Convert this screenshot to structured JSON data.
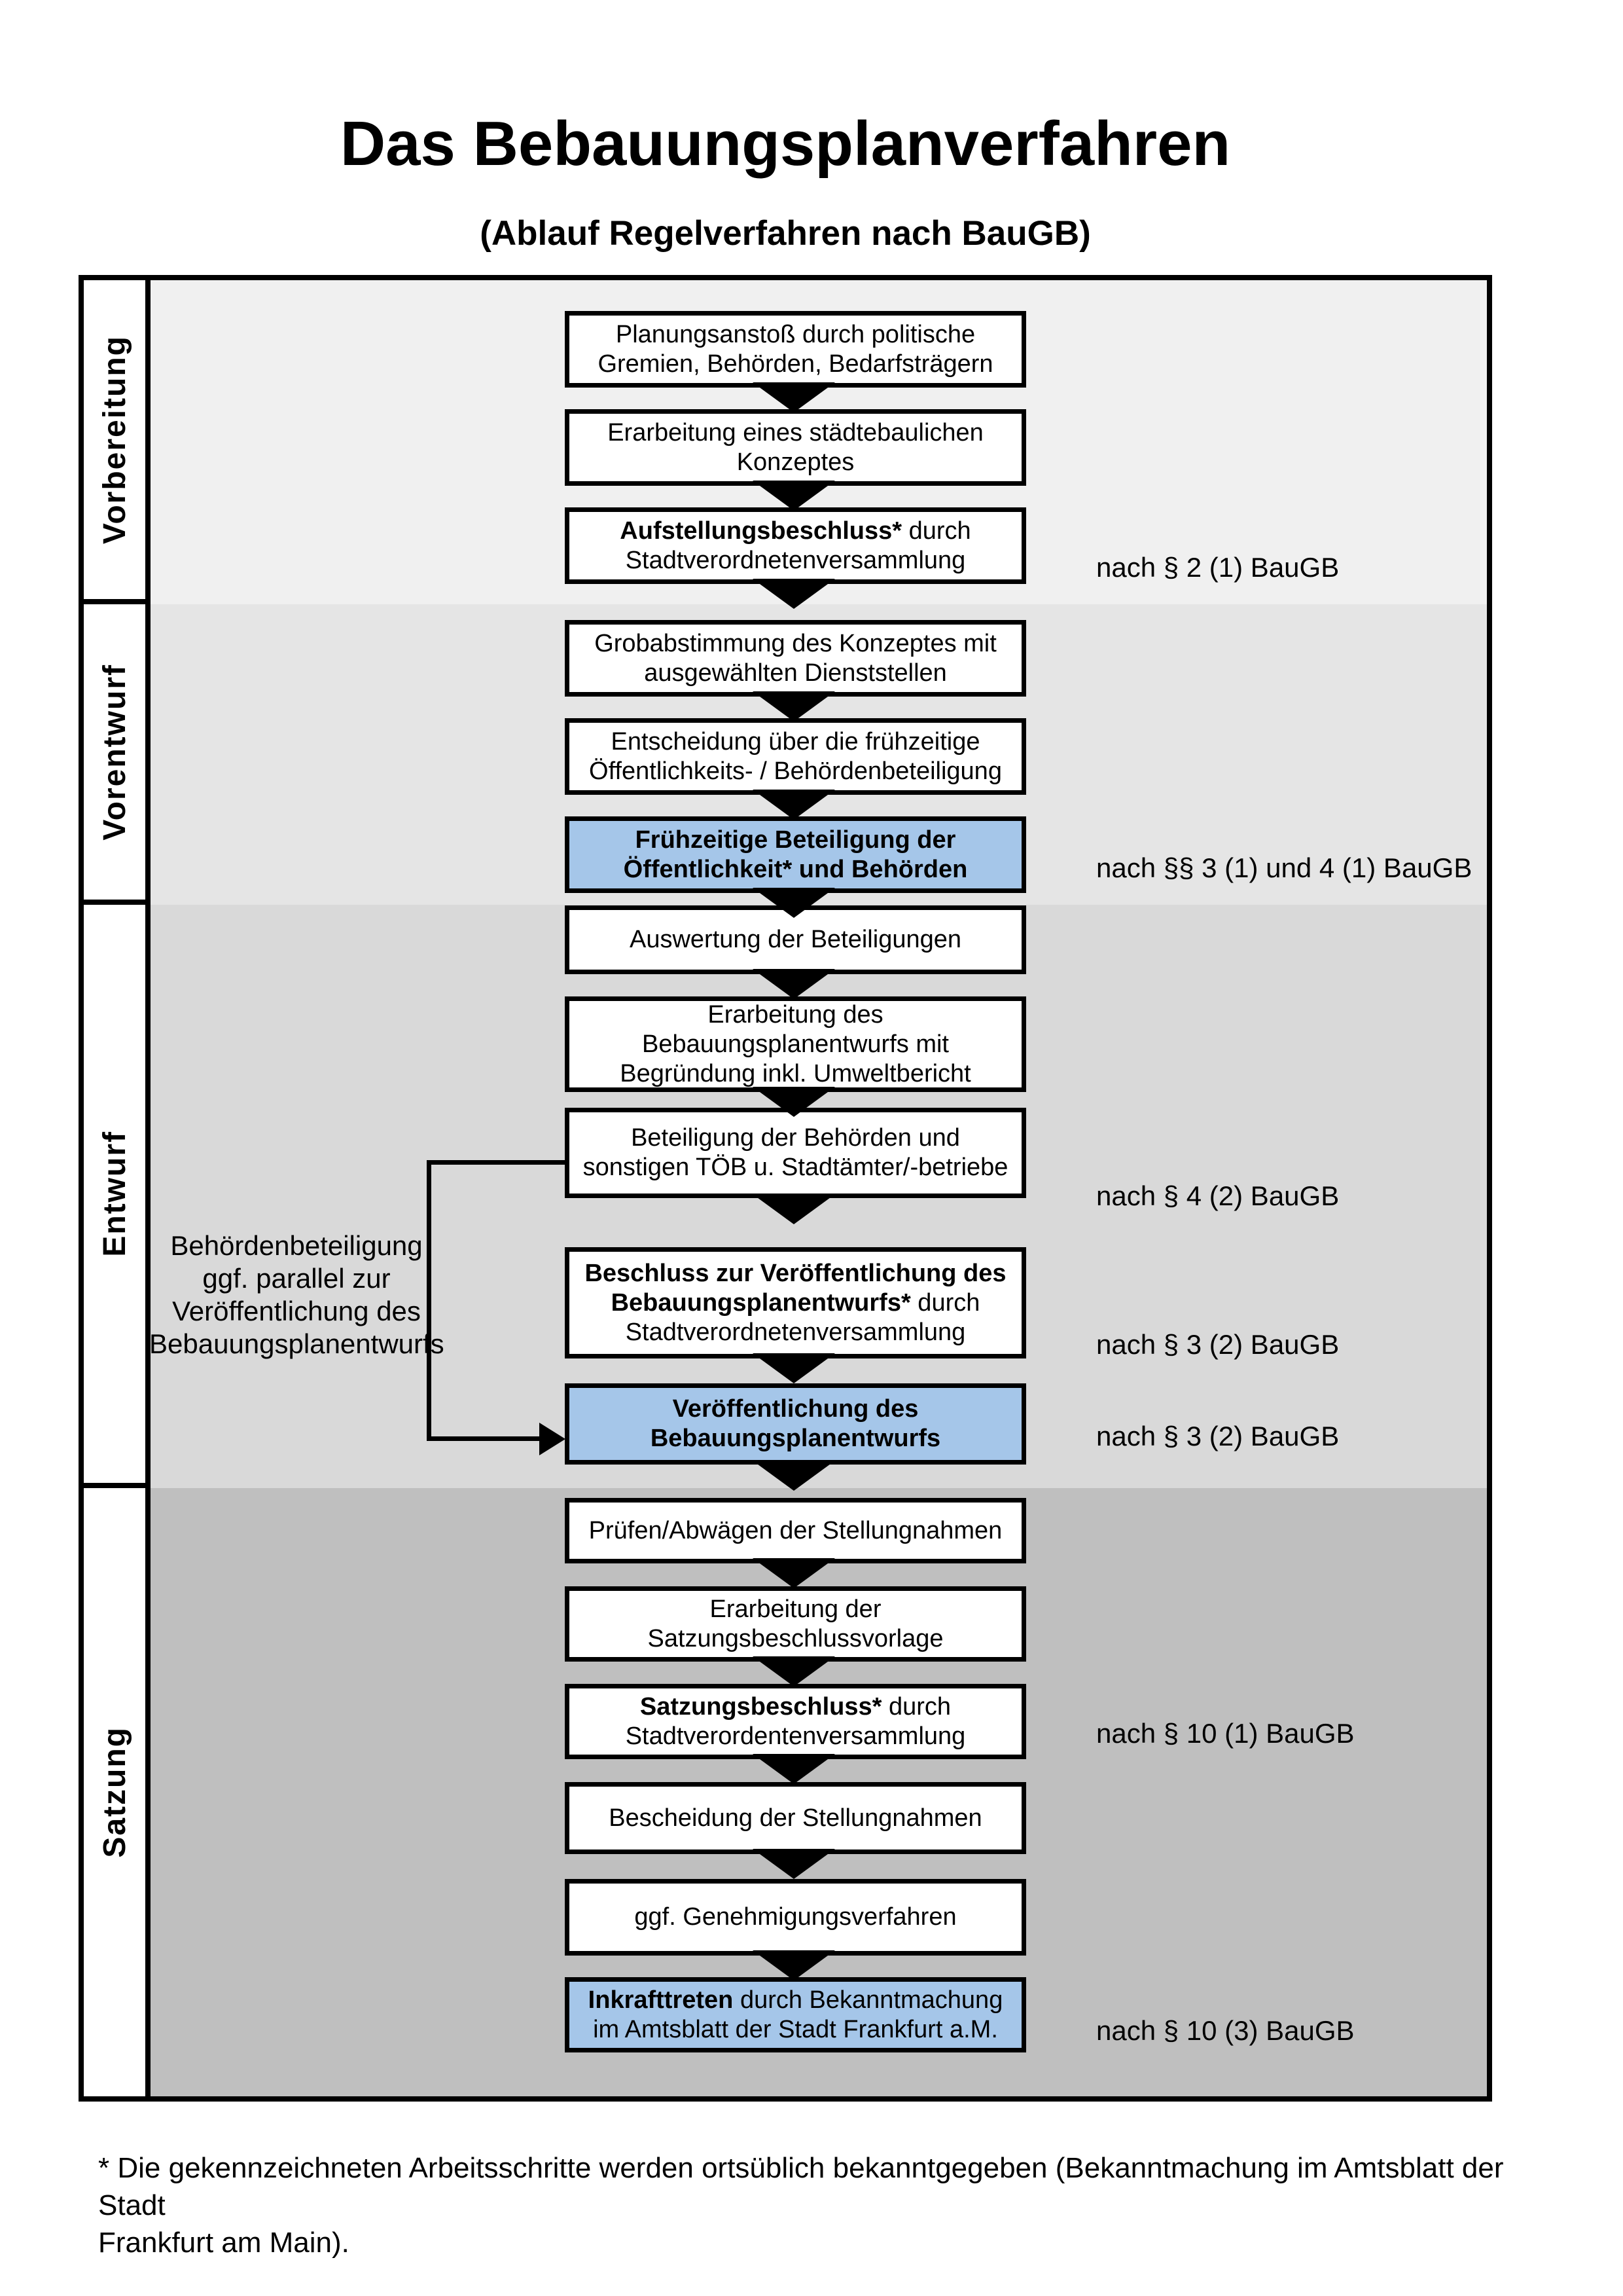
{
  "title": "Das Bebauungsplanverfahren",
  "subtitle": "(Ablauf Regelverfahren nach BauGB)",
  "colors": {
    "line": "#000000",
    "highlight_blue": "#a5c6e9",
    "phase_bands": [
      "#f0f0f0",
      "#e5e5e5",
      "#d9d9d9",
      "#bfbfbf"
    ]
  },
  "phases": [
    {
      "label": "Vorbereitung"
    },
    {
      "label": "Vorentwurf"
    },
    {
      "label": "Entwurf"
    },
    {
      "label": "Satzung"
    }
  ],
  "steps": [
    {
      "bold": "",
      "rest": "Planungsanstoß durch politische\nGremien, Behörden, Bedarfsträgern",
      "highlighted": false
    },
    {
      "bold": "",
      "rest": "Erarbeitung eines städtebaulichen\nKonzeptes",
      "highlighted": false
    },
    {
      "bold": "Aufstellungsbeschluss*",
      "rest": " durch\nStadtverordnetenversammlung",
      "highlighted": false
    },
    {
      "bold": "",
      "rest": "Grobabstimmung des Konzeptes mit\nausgewählten Dienststellen",
      "highlighted": false
    },
    {
      "bold": "",
      "rest": "Entscheidung über die frühzeitige\nÖffentlichkeits- / Behördenbeteiligung",
      "highlighted": false
    },
    {
      "bold": "Frühzeitige Beteiligung der\nÖffentlichkeit* und Behörden",
      "rest": "",
      "highlighted": true
    },
    {
      "bold": "",
      "rest": "Auswertung der Beteiligungen",
      "highlighted": false
    },
    {
      "bold": "",
      "rest": "Erarbeitung des\nBebauungsplanentwurfs mit\nBegründung inkl. Umweltbericht",
      "highlighted": false
    },
    {
      "bold": "",
      "rest": "Beteiligung der Behörden und\nsonstigen TÖB u. Stadtämter/-betriebe",
      "highlighted": false
    },
    {
      "bold": "Beschluss zur Veröffentlichung des\nBebauungsplanentwurfs*",
      "rest": " durch\nStadtverordnetenversammlung",
      "highlighted": false
    },
    {
      "bold": "Veröffentlichung des\nBebauungsplanentwurfs",
      "rest": "",
      "highlighted": true
    },
    {
      "bold": "",
      "rest": "Prüfen/Abwägen der Stellungnahmen",
      "highlighted": false
    },
    {
      "bold": "",
      "rest": "Erarbeitung der\nSatzungsbeschlussvorlage",
      "highlighted": false
    },
    {
      "bold": "Satzungsbeschluss*",
      "rest": " durch\nStadtverordentenversammlung",
      "highlighted": false
    },
    {
      "bold": "",
      "rest": "Bescheidung der Stellungnahmen",
      "highlighted": false
    },
    {
      "bold": "",
      "rest": "ggf. Genehmigungsverfahren",
      "highlighted": false
    },
    {
      "bold": "Inkrafttreten",
      "rest": " durch Bekanntmachung\nim Amtsblatt der Stadt Frankfurt a.M.",
      "highlighted": true
    }
  ],
  "references": [
    {
      "text": "nach § 2 (1) BauGB"
    },
    {
      "text": "nach §§ 3 (1) und 4 (1) BauGB"
    },
    {
      "text": "nach § 4 (2) BauGB"
    },
    {
      "text": "nach § 3 (2) BauGB"
    },
    {
      "text": "nach § 3 (2) BauGB"
    },
    {
      "text": "nach § 10 (1) BauGB"
    },
    {
      "text": "nach § 10 (3) BauGB"
    }
  ],
  "side_note": {
    "text": "Behördenbeteiligung\nggf. parallel zur\nVeröffentlichung des\nBebauungsplanentwurfs"
  },
  "footnote": {
    "text": "* Die gekennzeichneten Arbeitsschritte werden ortsüblich bekanntgegeben (Bekanntmachung im Amtsblatt  der Stadt\nFrankfurt am Main)."
  }
}
